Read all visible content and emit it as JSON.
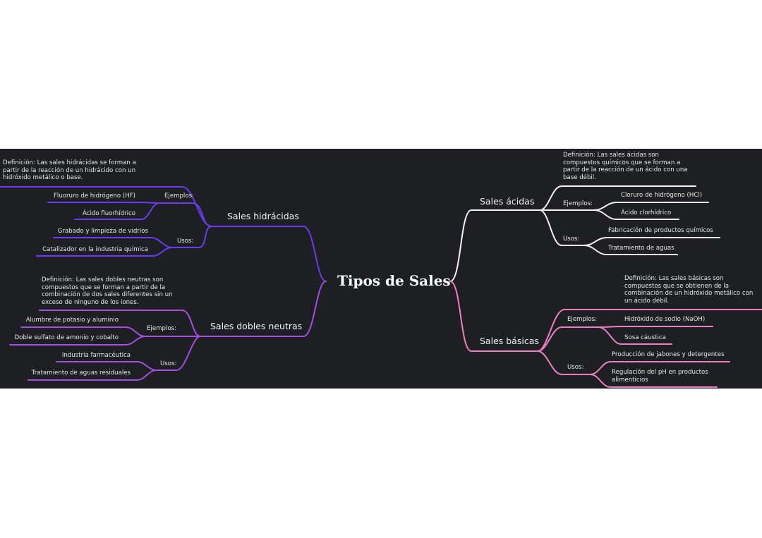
{
  "title": "Tipos de Sales",
  "colors": {
    "background": "#1e1f22",
    "page": "#ffffff",
    "hidracidas": "#6a3bf0",
    "dobles_neutras": "#a54ee0",
    "acidas": "#f4eef8",
    "basicas": "#ee7fc4",
    "text": "#e8e8e8"
  },
  "branches": {
    "hidracidas": {
      "label": "Sales hidrácidas",
      "definition": "Definición: Las sales hidrácidas se forman a partir de la reacción de un hidrácido con un hidróxido metálico o base.",
      "ejemplos_label": "Ejemplos:",
      "ejemplos": [
        "Fluoruro de hidrógeno (HF)",
        "Ácido fluorhídrico"
      ],
      "usos_label": "Usos:",
      "usos": [
        "Grabado y limpieza de vidrios",
        "Catalizador en la industria química"
      ]
    },
    "dobles_neutras": {
      "label": "Sales dobles neutras",
      "definition": "Definición: Las sales dobles neutras son compuestos que se forman a partir de la combinación de dos sales diferentes sin un exceso de ninguno de los iones.",
      "ejemplos_label": "Ejemplos:",
      "ejemplos": [
        "Alumbre de potasio y aluminio",
        "Doble sulfato de amonio y cobalto"
      ],
      "usos_label": "Usos:",
      "usos": [
        "Industria farmacéutica",
        "Tratamiento de aguas residuales"
      ]
    },
    "acidas": {
      "label": "Sales ácidas",
      "definition": "Definición: Las sales ácidas son compuestos químicos que se forman a partir de la reacción de un ácido con una base débil.",
      "ejemplos_label": "Ejemplos:",
      "ejemplos": [
        "Cloruro de hidrógeno (HCl)",
        "Ácido clorhídrico"
      ],
      "usos_label": "Usos:",
      "usos": [
        "Fabricación de productos químicos",
        "Tratamiento de aguas"
      ]
    },
    "basicas": {
      "label": "Sales básicas",
      "definition": "Definición: Las sales básicas son compuestos que se obtienen de la combinación de un hidróxido metálico con un ácido débil.",
      "ejemplos_label": "Ejemplos:",
      "ejemplos": [
        "Hidróxido de sodio (NaOH)",
        "Sosa cáustica"
      ],
      "usos_label": "Usos:",
      "usos": [
        "Producción de jabones y detergentes",
        "Regulación del pH en productos alimenticios"
      ]
    }
  }
}
